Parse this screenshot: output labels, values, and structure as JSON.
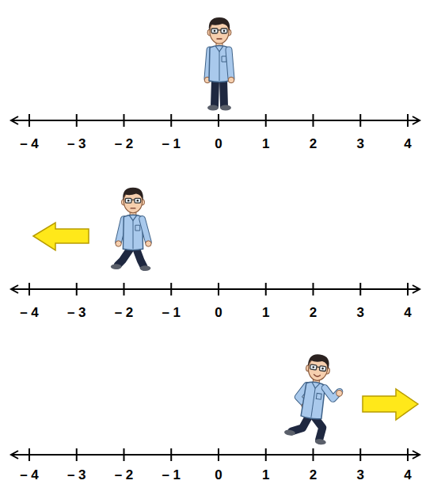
{
  "diagram": {
    "labels": [
      "– 4",
      "– 3",
      "– 2",
      "– 1",
      "0",
      "1",
      "2",
      "3",
      "4",
      "– 4",
      "– 3",
      "– 2",
      "– 1",
      "0",
      "1",
      "2",
      "3",
      "4",
      "– 4",
      "– 3",
      "– 2",
      "– 1",
      "0",
      "1",
      "2",
      "3",
      "4"
    ]
  }
}
